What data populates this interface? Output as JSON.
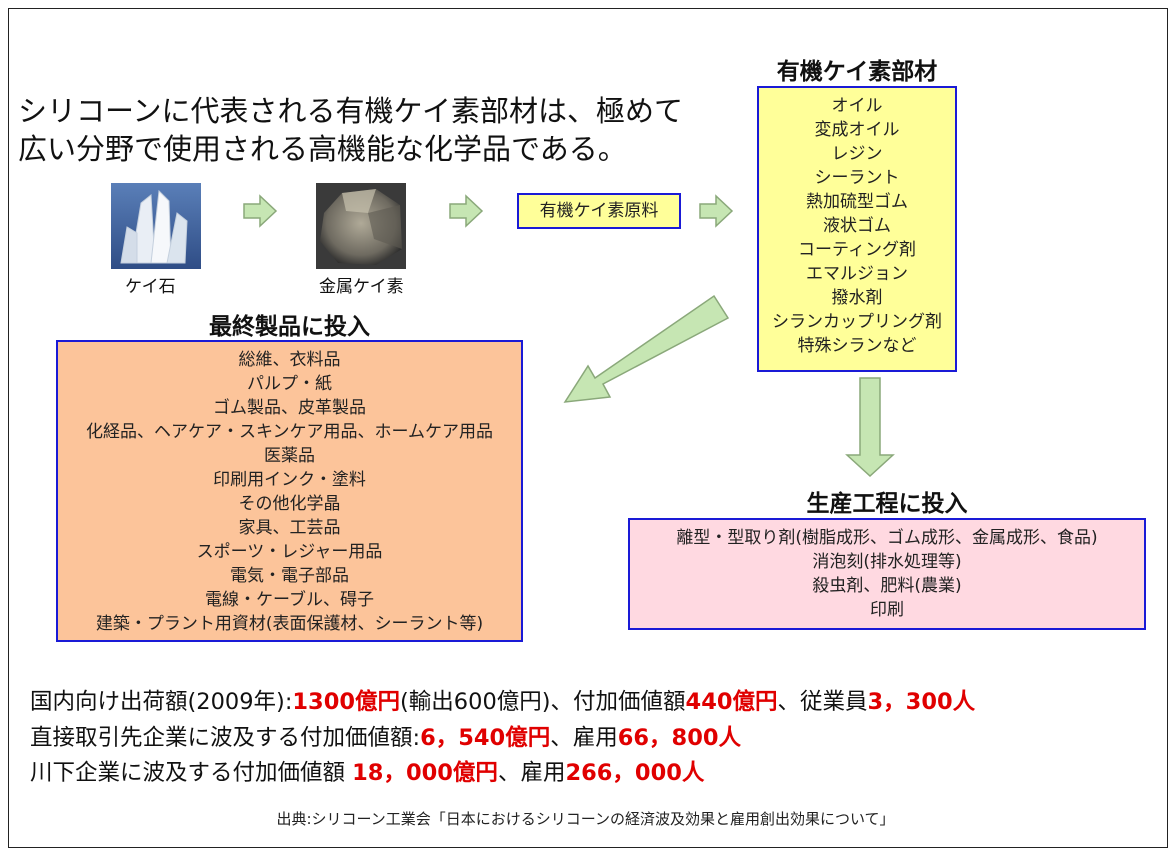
{
  "headline": [
    "シリコーンに代表される有機ケイ素部材は、極めて",
    "広い分野で使用される高機能な化学品である。"
  ],
  "flow": {
    "quartz_label": "ケイ石",
    "metal_label": "金属ケイ素",
    "raw_material": "有機ケイ素原料"
  },
  "organosilicon": {
    "title": "有機ケイ素部材",
    "items": [
      "オイル",
      "変成オイル",
      "レジン",
      "シーラント",
      "熱加硫型ゴム",
      "液状ゴム",
      "コーティング剤",
      "エマルジョン",
      "撥水剤",
      "シランカップリング剤",
      "特殊シランなど"
    ]
  },
  "final_products": {
    "title": "最終製品に投入",
    "items": [
      "総維、衣料品",
      "パルプ・紙",
      "ゴム製品、皮革製品",
      "化経品、ヘアケア・スキンケア用品、ホームケア用品",
      "医薬品",
      "印刷用インク・塗料",
      "その他化学晶",
      "家具、工芸品",
      "スポーツ・レジャー用品",
      "電気・電子部品",
      "電線・ケーブル、碍子",
      "建築・プラント用資材(表面保護材、シーラント等)"
    ]
  },
  "production": {
    "title": "生産工程に投入",
    "items": [
      "離型・型取り剤(樹脂成形、ゴム成形、金属成形、食品)",
      "消泡刻(排水処理等)",
      "殺虫剤、肥料(農業)",
      "印刷"
    ]
  },
  "stats": {
    "line1": {
      "prefix": "国内向け出荷額(2009年):",
      "v1": "1300億円",
      "mid1": "(輸出600億円)、付加価値額",
      "v2": "440億円",
      "mid2": "、従業員",
      "v3": "3，300人"
    },
    "line2": {
      "prefix": "直接取引先企業に波及する付加価値額:",
      "v1": "6，540億円",
      "mid1": "、雇用",
      "v2": "66，800人"
    },
    "line3": {
      "prefix": "川下企業に波及する付加価値額 ",
      "v1": "18，000億円",
      "mid1": "、雇用",
      "v2": "266，000人"
    }
  },
  "source": "出典:シリコーン工業会「日本におけるシリコーンの経済波及効果と雇用創出効果について」",
  "colors": {
    "highlight": "#e00000",
    "box_border": "#1a1ad6",
    "arrow_fill": "#c6e6b3",
    "arrow_stroke": "#8aa87a"
  }
}
